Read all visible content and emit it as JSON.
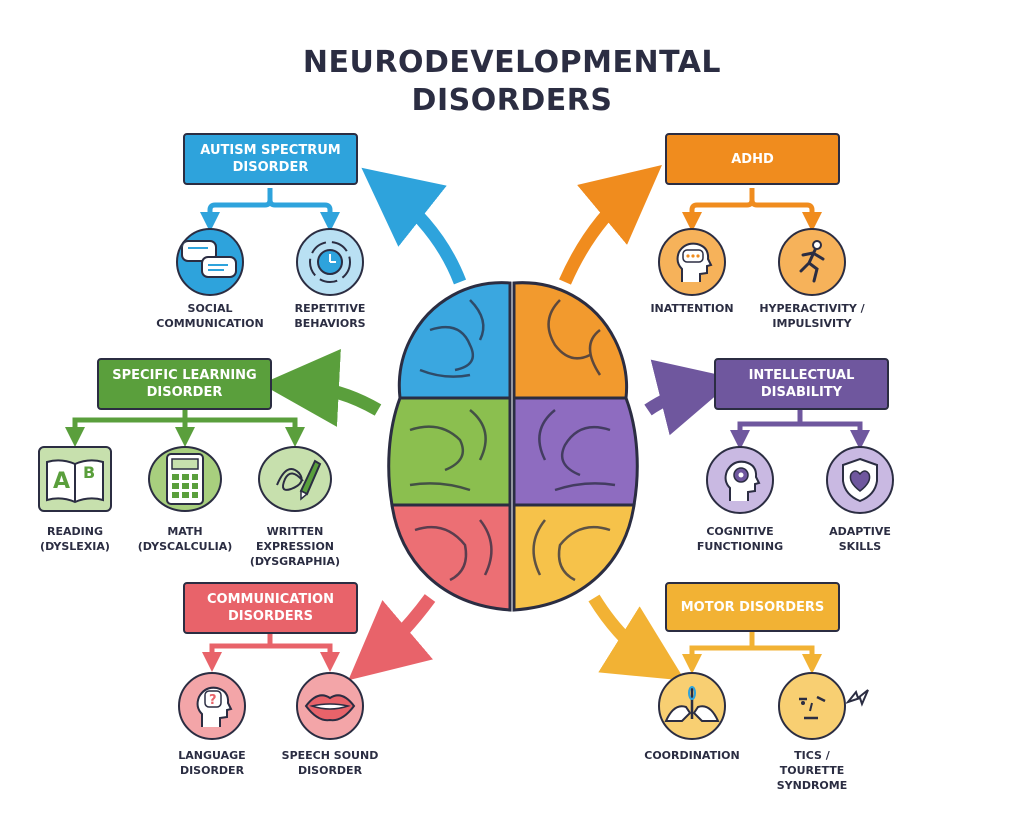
{
  "title": "NEURODEVELOPMENTAL\nDISORDERS",
  "categories": [
    {
      "label": "AUTISM SPECTRUM\nDISORDER",
      "color": "#2ea3dc",
      "items": [
        {
          "label": "SOCIAL\nCOMMUNICATION",
          "icon": "speech-bubbles-icon"
        },
        {
          "label": "REPETITIVE\nBEHAVIORS",
          "icon": "clock-cycle-icon"
        }
      ]
    },
    {
      "label": "ADHD",
      "color": "#f08c1e",
      "items": [
        {
          "label": "INATTENTION",
          "icon": "head-thought-icon"
        },
        {
          "label": "HYPERACTIVITY /\nIMPULSIVITY",
          "icon": "running-person-icon"
        }
      ]
    },
    {
      "label": "SPECIFIC LEARNING\nDISORDER",
      "color": "#5a9f3c",
      "items": [
        {
          "label": "READING\n(DYSLEXIA)",
          "icon": "book-icon"
        },
        {
          "label": "MATH\n(DYSCALCULIA)",
          "icon": "calculator-icon"
        },
        {
          "label": "WRITTEN\nEXPRESSION\n(DYSGRAPHIA)",
          "icon": "pencil-scribble-icon"
        }
      ]
    },
    {
      "label": "INTELLECTUAL\nDISABILITY",
      "color": "#6f579e",
      "items": [
        {
          "label": "COGNITIVE\nFUNCTIONING",
          "icon": "head-gear-icon"
        },
        {
          "label": "ADAPTIVE\nSKILLS",
          "icon": "heart-shield-icon"
        }
      ]
    },
    {
      "label": "COMMUNICATION\nDISORDERS",
      "color": "#e8636a",
      "items": [
        {
          "label": "LANGUAGE\nDISORDER",
          "icon": "head-question-icon"
        },
        {
          "label": "SPEECH SOUND\nDISORDER",
          "icon": "mouth-icon"
        }
      ]
    },
    {
      "label": "MOTOR DISORDERS",
      "color": "#f2b234",
      "items": [
        {
          "label": "COORDINATION",
          "icon": "hands-needle-icon"
        },
        {
          "label": "TICS /\nTOURETTE\nSYNDROME",
          "icon": "face-tic-icon"
        }
      ]
    }
  ],
  "brain_colors": {
    "blue": "#3aa7e0",
    "orange": "#f29a2e",
    "green": "#8bbf4f",
    "purple": "#8e6cc0",
    "red": "#ec6f74",
    "yellow": "#f6c24a"
  }
}
